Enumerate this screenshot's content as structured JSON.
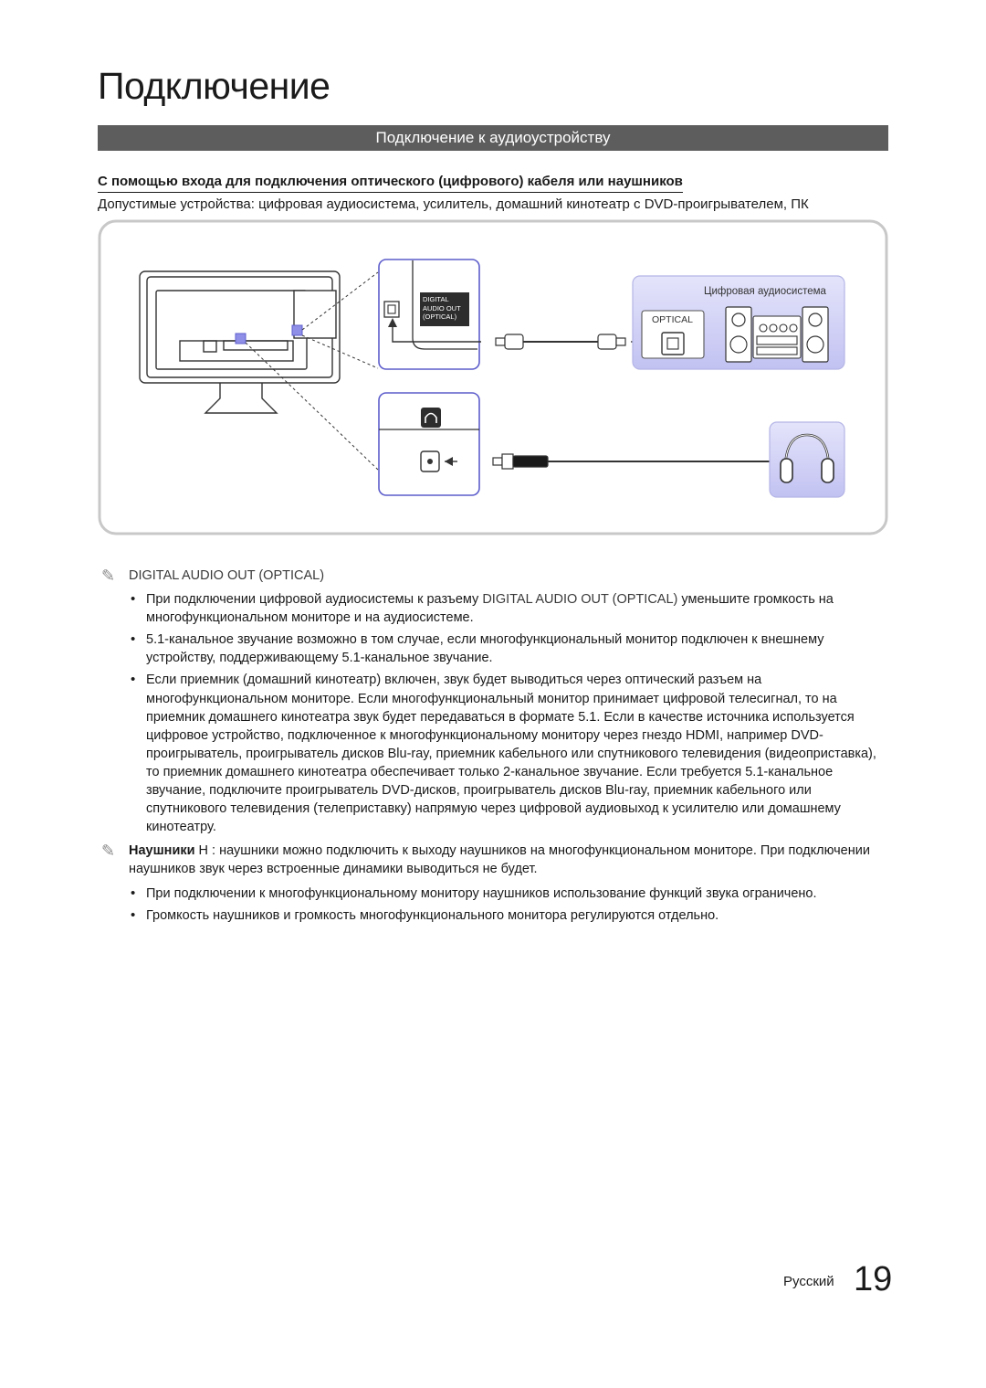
{
  "page": {
    "title": "Подключение",
    "section_title": "Подключение к аудиоустройству",
    "subheading": "С помощью входа для подключения оптического (цифрового) кабеля или наушников",
    "intro": "Допустимые устройства: цифровая аудиосистема, усилитель, домашний кинотеатр с DVD-проигрывателем, ПК"
  },
  "diagram": {
    "port_label_line1": "DIGITAL",
    "port_label_line2": "AUDIO OUT",
    "port_label_line3": "(OPTICAL)",
    "audio_system_label": "Цифровая аудиосистема",
    "optical_label": "OPTICAL"
  },
  "notes": {
    "optical_title": "DIGITAL AUDIO OUT (OPTICAL)",
    "optical_bullets": [
      {
        "before": "При подключении цифровой аудиосистемы к разъему ",
        "highlight": "DIGITAL AUDIO OUT (OPTICAL)",
        "after": " уменьшите громкость на многофункциональном мониторе и на аудиосистеме."
      },
      {
        "before": "5.1-канальное звучание возможно в том случае, если многофункциональный монитор подключен к внешнему устройству, поддерживающему 5.1-канальное звучание.",
        "highlight": "",
        "after": ""
      },
      {
        "before": "Если приемник (домашний кинотеатр) включен, звук будет выводиться через оптический разъем на многофункциональном мониторе. Если многофункциональный монитор принимает цифровой телесигнал, то на приемник домашнего кинотеатра звук будет передаваться в формате 5.1. Если в качестве источника используется цифровое устройство, подключенное к многофункциональному монитору через гнездо HDMI, например DVD-проигрыватель, проигрыватель дисков Blu-ray, приемник кабельного или спутникового телевидения (видеоприставка), то приемник домашнего кинотеатра обеспечивает только 2-канальное звучание. Если требуется 5.1-канальное звучание, подключите проигрыватель DVD-дисков, проигрыватель дисков Blu-ray, приемник кабельного или спутникового телевидения (телеприставку) напрямую через цифровой аудиовыход к усилителю или домашнему кинотеатру.",
        "highlight": "",
        "after": ""
      }
    ],
    "headphones_title": "Наушники",
    "headphones_text": " H : наушники можно подключить к выходу наушников на многофункциональном мониторе. При подключении наушников звук через встроенные динамики выводиться не будет.",
    "headphones_bullets": [
      "При подключении к многофункциональному монитору наушников использование функций звука ограничено.",
      "Громкость наушников и громкость многофункционального монитора регулируются отдельно."
    ]
  },
  "footer": {
    "language": "Русский",
    "page_number": "19"
  },
  "colors": {
    "section_bar": "#5d5d5d",
    "highlight_blue": "#8f8fe8",
    "panel_border": "#c8c8c8"
  }
}
